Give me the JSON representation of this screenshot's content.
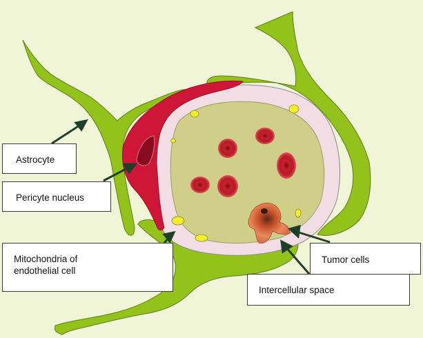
{
  "diagram": {
    "type": "labeled-illustration",
    "subject": "Cross-section of brain capillary with tumor cells",
    "colors": {
      "background": "#f1f5d8",
      "astrocyte": "#93c31a",
      "pericyte": "#d01638",
      "pericyte_nucleus": "#8a0a22",
      "endothelium": "#f2dde4",
      "lumen": "#cfcf8a",
      "mitochondria": "#f4ee2a",
      "red_blood_cell": "#c8202c",
      "arrow": "#1f3f2a"
    },
    "labels": [
      {
        "id": "astrocyte",
        "text": "Astrocyte"
      },
      {
        "id": "pericyte-nucleus",
        "text": "Pericyte nucleus"
      },
      {
        "id": "mitochondria",
        "text": "Mitochondria of endothelial cell"
      },
      {
        "id": "tumor-cells",
        "text": "Tumor cells"
      },
      {
        "id": "intercellular-space",
        "text": "Intercellular space"
      }
    ]
  }
}
